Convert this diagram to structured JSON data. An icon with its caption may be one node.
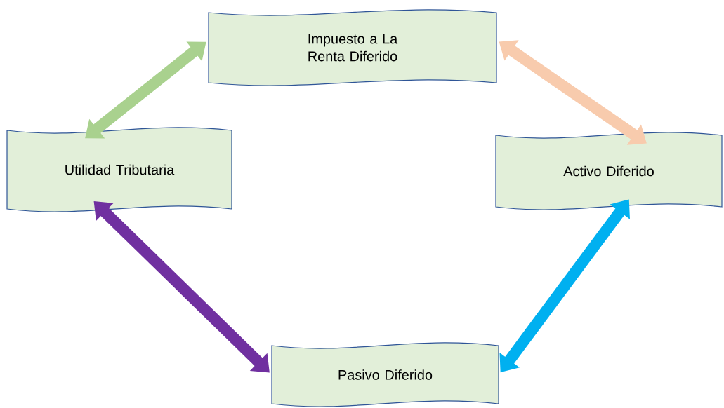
{
  "diagram": {
    "nodes": [
      {
        "text": [
          "Impuesto a La Renta Diferido"
        ]
      },
      {
        "text": [
          "Utilidad Tributaria"
        ]
      },
      {
        "text": [
          "Activo Diferido"
        ]
      },
      {
        "text": [
          "Pasivo Diferido"
        ]
      }
    ],
    "edges": [
      {
        "from": 0,
        "to": 1,
        "arrow": "both",
        "color": "#a9d18e"
      },
      {
        "from": 0,
        "to": 2,
        "arrow": "both",
        "color": "#f8cbad"
      },
      {
        "from": 2,
        "to": 3,
        "arrow": "both",
        "color": "#00b0f0"
      },
      {
        "from": 1,
        "to": 3,
        "arrow": "both",
        "color": "#7030a0"
      }
    ]
  }
}
